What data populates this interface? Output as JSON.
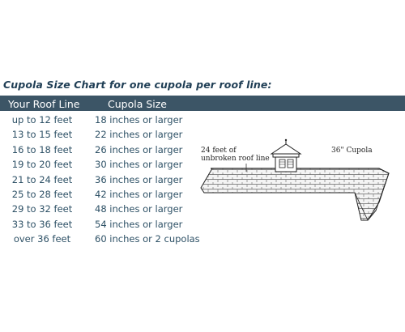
{
  "heading": "Cupola Size Chart for one cupola per roof line:",
  "table": {
    "headers": [
      "Your Roof Line",
      "Cupola Size"
    ],
    "rows": [
      [
        "up to 12 feet",
        "18 inches or larger"
      ],
      [
        "13 to 15 feet",
        "22 inches or larger"
      ],
      [
        "16 to 18 feet",
        "26 inches or larger"
      ],
      [
        "19 to 20 feet",
        "30 inches or larger"
      ],
      [
        "21 to 24 feet",
        "36 inches or larger"
      ],
      [
        "25 to 28 feet",
        "42 inches or larger"
      ],
      [
        "29 to 32 feet",
        "48 inches or larger"
      ],
      [
        "33 to 36 feet",
        "54 inches or larger"
      ],
      [
        "over 36 feet",
        "60 inches or 2 cupolas"
      ]
    ]
  },
  "illustration": {
    "label_roofline_1": "24 feet of",
    "label_roofline_2": "unbroken roof line",
    "label_cupola": "36\" Cupola",
    "icon": "roof-with-cupola-drawing"
  },
  "colors": {
    "header_bg": "#3c5566",
    "text": "#2e5166",
    "heading": "#1f3e55"
  }
}
